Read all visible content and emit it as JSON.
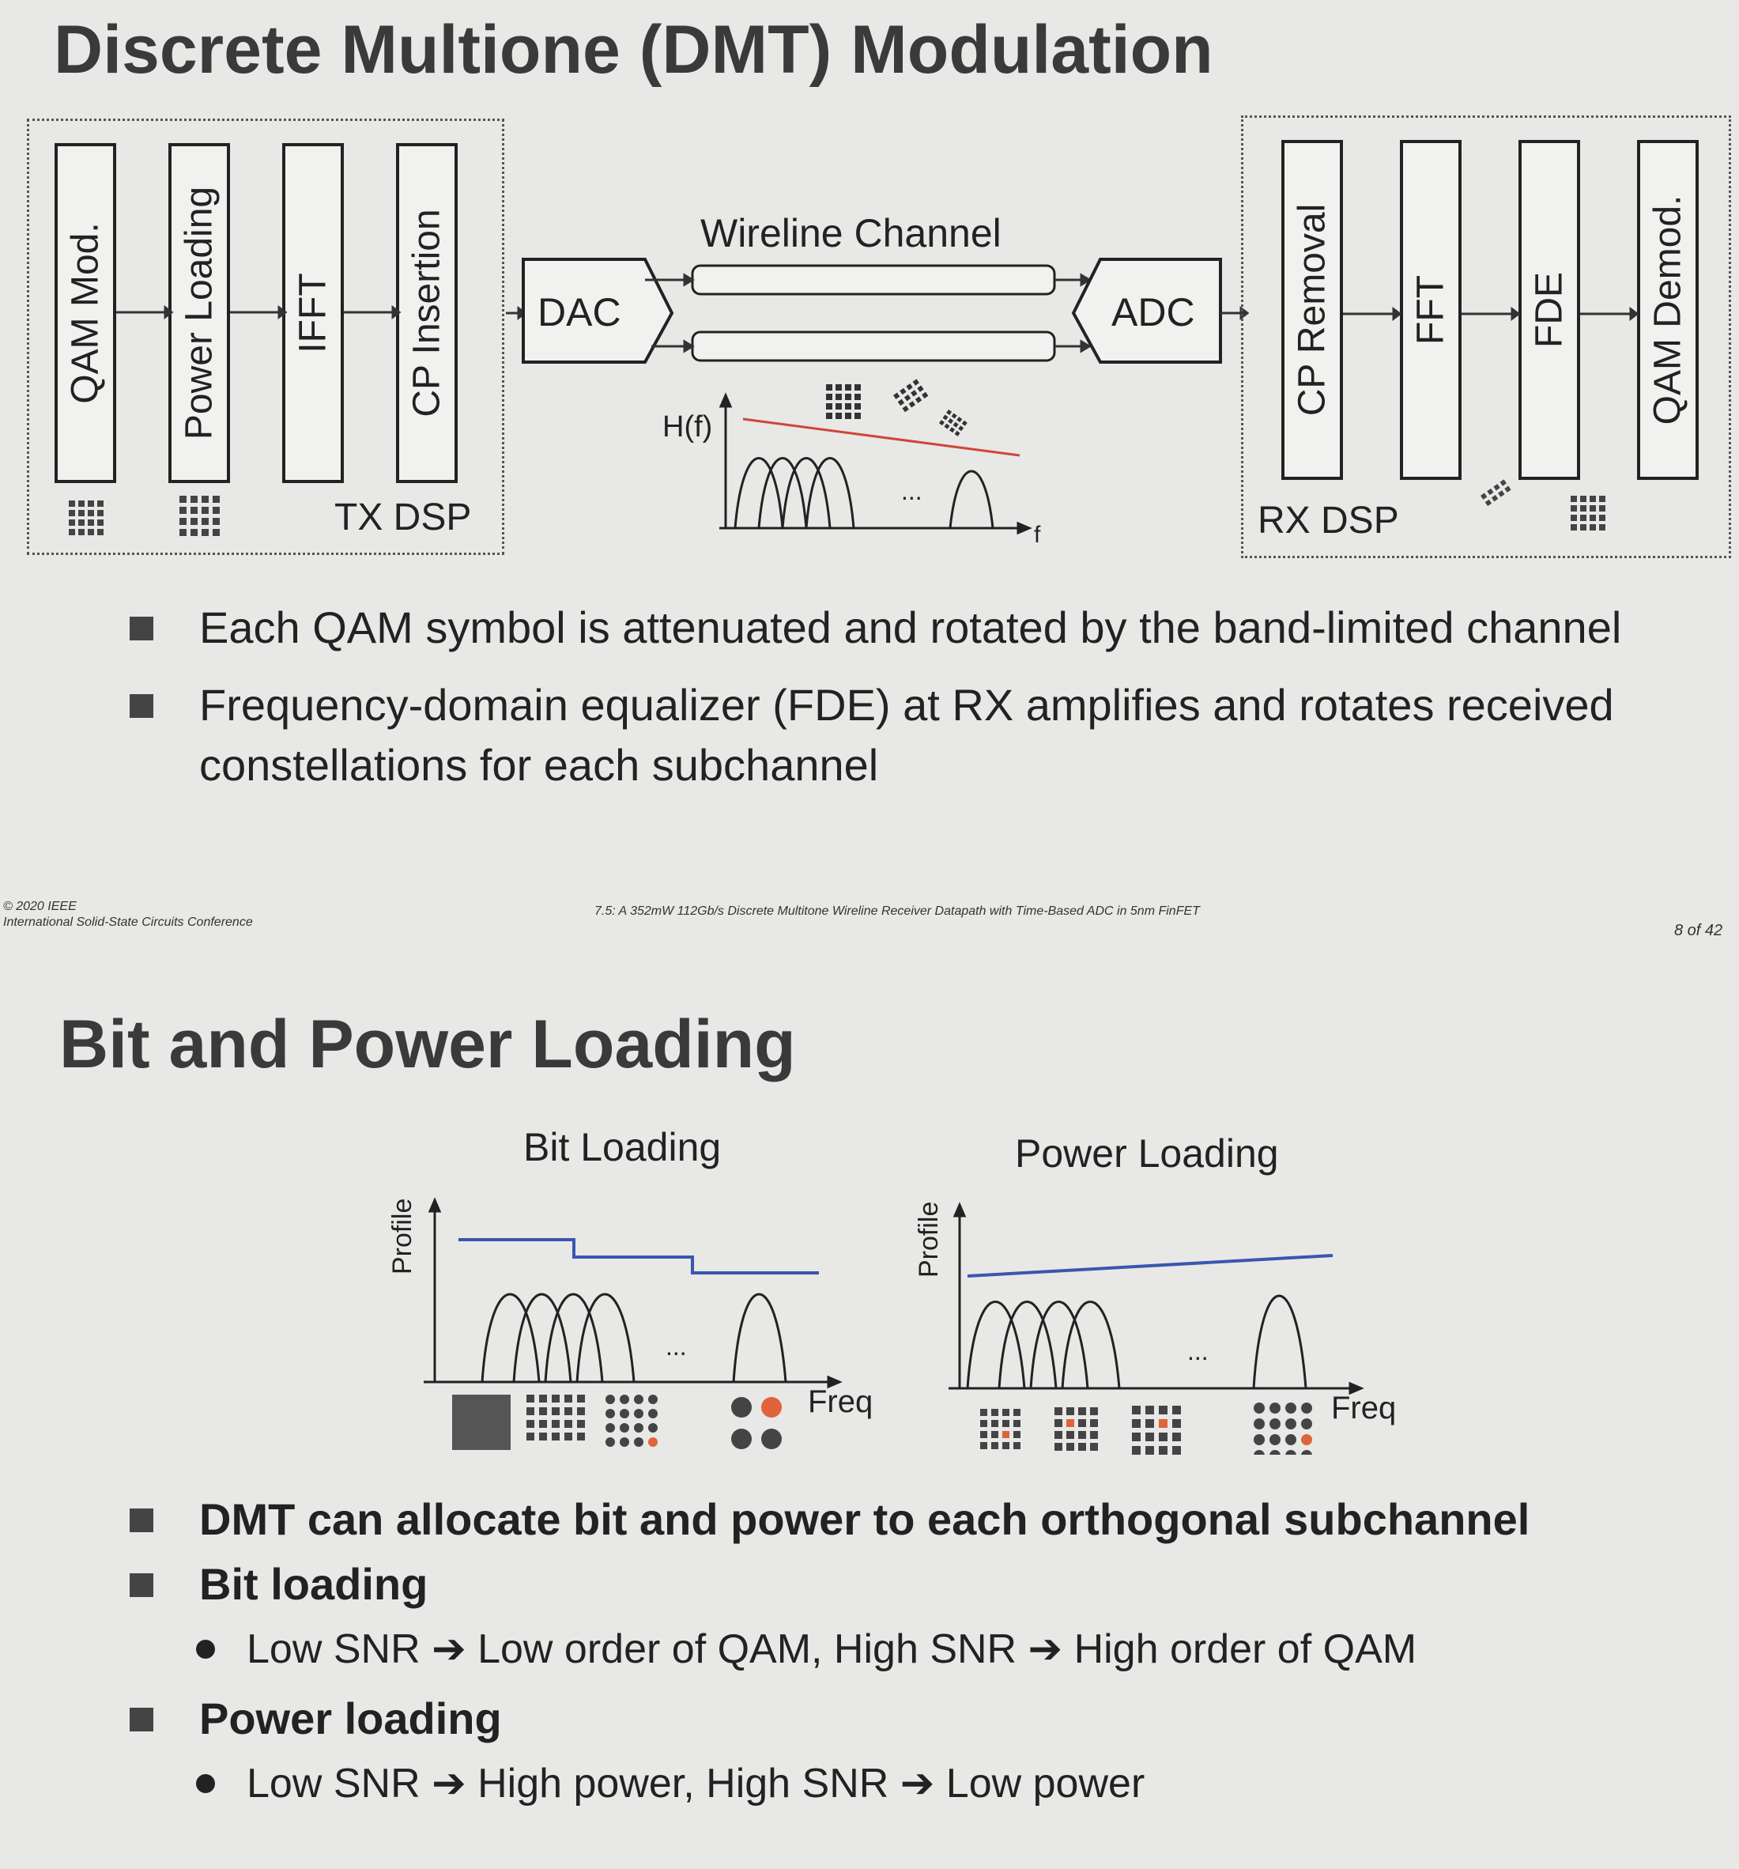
{
  "slide1": {
    "title": "Discrete Multione (DMT) Modulation",
    "tx": {
      "blocks": [
        "QAM Mod.",
        "Power Loading",
        "IFFT",
        "CP Insertion"
      ],
      "label": "TX DSP"
    },
    "channel": {
      "label": "Wireline Channel",
      "dac": "DAC",
      "adc": "ADC",
      "hf": "H(f)",
      "f": "f",
      "ellipsis": "..."
    },
    "rx": {
      "blocks": [
        "CP Removal",
        "FFT",
        "FDE",
        "QAM Demod."
      ],
      "label": "RX DSP"
    },
    "bullets": [
      "Each QAM symbol is attenuated and rotated by the band-limited channel",
      "Frequency-domain equalizer (FDE) at RX amplifies and rotates received constellations for each subchannel"
    ],
    "footer": {
      "copyright": "© 2020 IEEE",
      "conference": "International Solid-State Circuits Conference",
      "paper": "7.5: A 352mW 112Gb/s Discrete Multitone Wireline Receiver Datapath with Time-Based ADC in 5nm FinFET",
      "page": "8 of 42"
    }
  },
  "slide2": {
    "title": "Bit and Power Loading",
    "bit_loading": {
      "title": "Bit Loading",
      "ylabel": "Profile",
      "xlabel": "Freq",
      "ellipsis": "..."
    },
    "power_loading": {
      "title": "Power Loading",
      "ylabel": "Profile",
      "xlabel": "Freq",
      "ellipsis": "..."
    },
    "bullets": [
      {
        "level": 1,
        "text": "DMT can allocate bit and power to each orthogonal subchannel"
      },
      {
        "level": 1,
        "text": "Bit loading"
      },
      {
        "level": 2,
        "text": "Low SNR ➔ Low order of QAM, High SNR ➔ High order of QAM"
      },
      {
        "level": 1,
        "text": "Power loading"
      },
      {
        "level": 2,
        "text": "Low SNR ➔ High power, High SNR ➔ Low power"
      }
    ]
  },
  "colors": {
    "profile_line": "#3a56b0",
    "channel_line": "#d0453a",
    "accent_dot": "#e0643a"
  }
}
